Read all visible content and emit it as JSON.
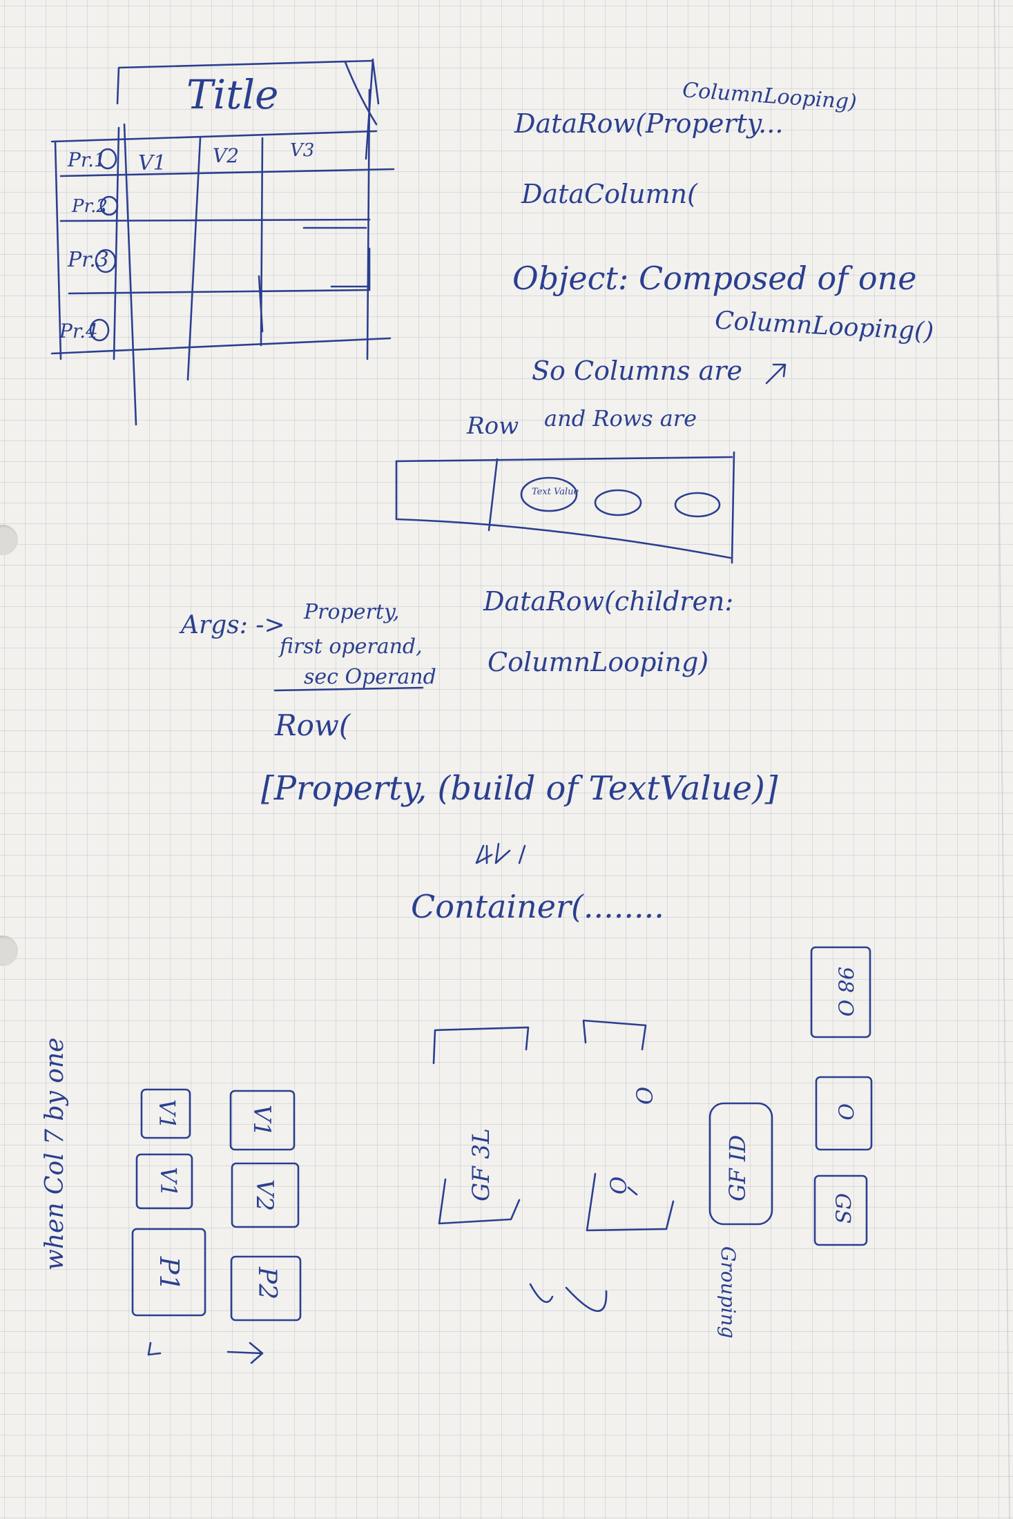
{
  "sketch_table": {
    "title": "Title",
    "columns": [
      "V1",
      "V2",
      "V3"
    ],
    "rows": [
      "Pr.1",
      "Pr.2",
      "Pr.3",
      "Pr.4"
    ]
  },
  "notes": {
    "datarow_1": "DataRow(Property...",
    "columnlooping_1": "ColumnLooping)",
    "datacolumn": "DataColumn(",
    "object_line": "Object: Composed of one",
    "columnlooping_2": "ColumnLooping()",
    "so_columns": "So Columns are",
    "and_rows": "and Rows are",
    "row_label": "Row"
  },
  "row_diagram": {
    "first_cell": "Text Value",
    "cells": [
      "o",
      "o",
      "o"
    ]
  },
  "datarow_2": {
    "line1": "DataRow(children:",
    "line2": "ColumnLooping)"
  },
  "args": {
    "label": "Args: ->",
    "items": [
      "Property,",
      "first operand,",
      "sec Operand"
    ]
  },
  "row_code": {
    "open": "Row(",
    "body": "[Property, (build of TextValue)]",
    "container": "Container(........"
  },
  "bottom_left": {
    "vertical_note": "when Col 7 by one",
    "cards": [
      "V1",
      "V1",
      "V1",
      "V2",
      "P1",
      "P2"
    ]
  },
  "bottom_right": {
    "cards": [
      "GF 3L",
      "O",
      "O",
      "GF ID",
      "Grouping",
      "98 O",
      "O",
      "GS"
    ]
  }
}
